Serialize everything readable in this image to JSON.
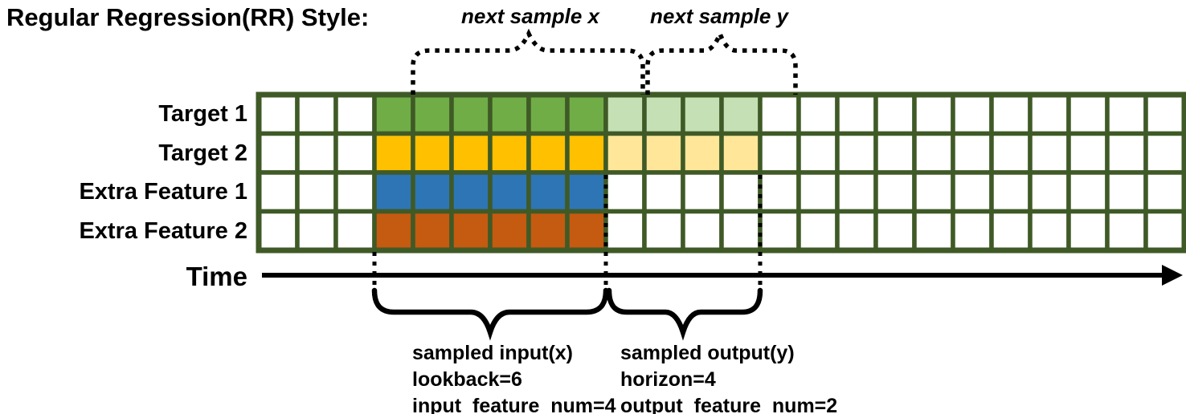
{
  "title": "Regular Regression(RR) Style:",
  "top_annotations": {
    "next_sample_x": "next sample x",
    "next_sample_y": "next sample y"
  },
  "grid": {
    "columns": 24,
    "border_color": "#3F5A26",
    "cell_default_color": "#FFFFFF",
    "rows": [
      {
        "label": "Target 1",
        "fills": [
          {
            "from": 3,
            "to": 9,
            "color": "#70AD47"
          },
          {
            "from": 9,
            "to": 13,
            "color": "#C5E0B4"
          }
        ]
      },
      {
        "label": "Target 2",
        "fills": [
          {
            "from": 3,
            "to": 9,
            "color": "#FFC000"
          },
          {
            "from": 9,
            "to": 13,
            "color": "#FFE699"
          }
        ]
      },
      {
        "label": "Extra Feature 1",
        "fills": [
          {
            "from": 3,
            "to": 9,
            "color": "#2E75B6"
          }
        ]
      },
      {
        "label": "Extra Feature 2",
        "fills": [
          {
            "from": 3,
            "to": 9,
            "color": "#C55A11"
          }
        ]
      }
    ]
  },
  "time_axis": {
    "label": "Time"
  },
  "sample_annotations": {
    "input": {
      "title": "sampled input(x)",
      "line2": "lookback=6",
      "line3": "input_feature_num=4"
    },
    "output": {
      "title": "sampled output(y)",
      "line2": "horizon=4",
      "line3": "output_feature_num=2"
    }
  }
}
